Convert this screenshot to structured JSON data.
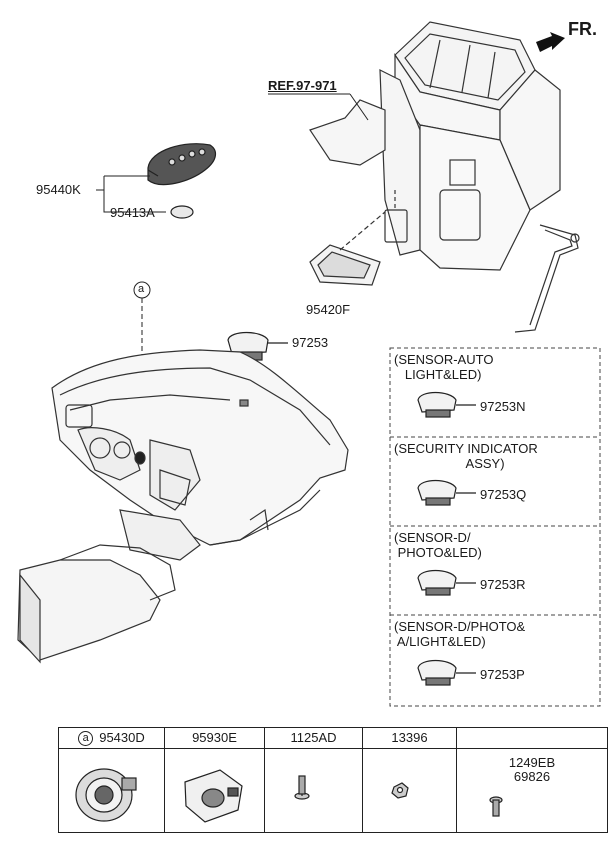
{
  "direction": {
    "label": "FR."
  },
  "reference": {
    "label": "REF.97-971"
  },
  "parts": {
    "smart_key": "95440K",
    "battery": "95413A",
    "module": "95420F",
    "sensor": "97253",
    "callout": "a"
  },
  "options": [
    {
      "title_line1": "(SENSOR-AUTO",
      "title_line2": "   LIGHT&LED)",
      "part": "97253N"
    },
    {
      "title_line1": "(SECURITY INDICATOR",
      "title_line2": "                    ASSY)",
      "part": "97253Q"
    },
    {
      "title_line1": "(SENSOR-D/",
      "title_line2": " PHOTO&LED)",
      "part": "97253R"
    },
    {
      "title_line1": "(SENSOR-D/PHOTO&",
      "title_line2": " A/LIGHT&LED)",
      "part": "97253P"
    }
  ],
  "table": {
    "callout": "a",
    "columns": [
      {
        "label": "95430D"
      },
      {
        "label": "95930E"
      },
      {
        "label": "1125AD"
      },
      {
        "label": "13396"
      },
      {
        "label": "",
        "body_line1": "1249EB",
        "body_line2": "69826"
      }
    ]
  }
}
